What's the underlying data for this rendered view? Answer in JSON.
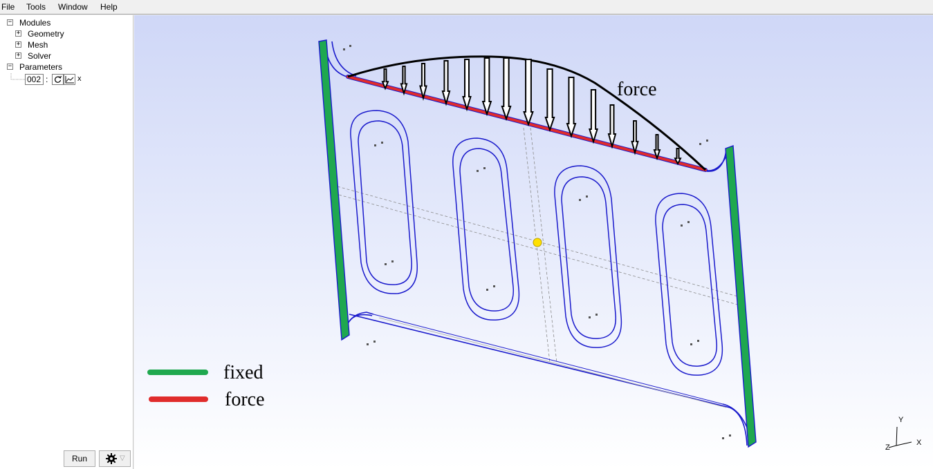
{
  "menu": {
    "file": "File",
    "tools": "Tools",
    "window": "Window",
    "help": "Help"
  },
  "tree": {
    "modules": "Modules",
    "geometry": "Geometry",
    "mesh": "Mesh",
    "solver": "Solver",
    "parameters": "Parameters",
    "param_value": "002",
    "param_separator": ":",
    "param_suffix": "x"
  },
  "buttons": {
    "run": "Run",
    "settings_arrow": "▽"
  },
  "annotations": {
    "force_label": "force",
    "legend_fixed": "fixed",
    "legend_force": "force",
    "fixed_color": "#1fa84f",
    "force_color": "#e02c2c"
  },
  "axes": {
    "x": "X",
    "y": "Y",
    "z": "Z"
  },
  "colors": {
    "edge": "#1a1acc",
    "hidden_line": "#8a8a8a",
    "center_marker": "#ffe000"
  }
}
